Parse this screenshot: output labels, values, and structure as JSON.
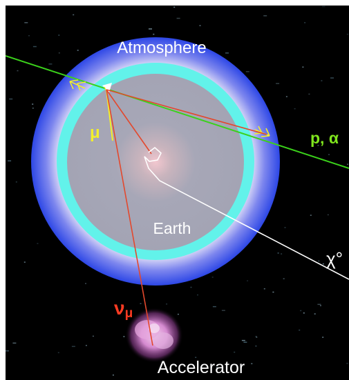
{
  "labels": {
    "atmosphere": "Atmosphere",
    "earth": "Earth",
    "accelerator": "Accelerator",
    "particles": "p, α",
    "muon": "μ",
    "neutrino": "ν",
    "neutrino_subscript": "μ",
    "zenith_angle": "χ°"
  },
  "colors": {
    "background": "#000000",
    "atmosphere_outer": "#2d47e6",
    "atmosphere_glow": "#8f95ee",
    "inner_ring": "#62f2ea",
    "earth_fill": "#a5a6b5",
    "cosmic_ray": "#3bd11b",
    "muon": "#f2ef2c",
    "neutrino": "#e3482d",
    "zenith_line": "#ffffff",
    "accelerator_glow": "#e7a9dc",
    "particles_label": "#7fe51d",
    "neutrino_label": "#ff3b22"
  }
}
